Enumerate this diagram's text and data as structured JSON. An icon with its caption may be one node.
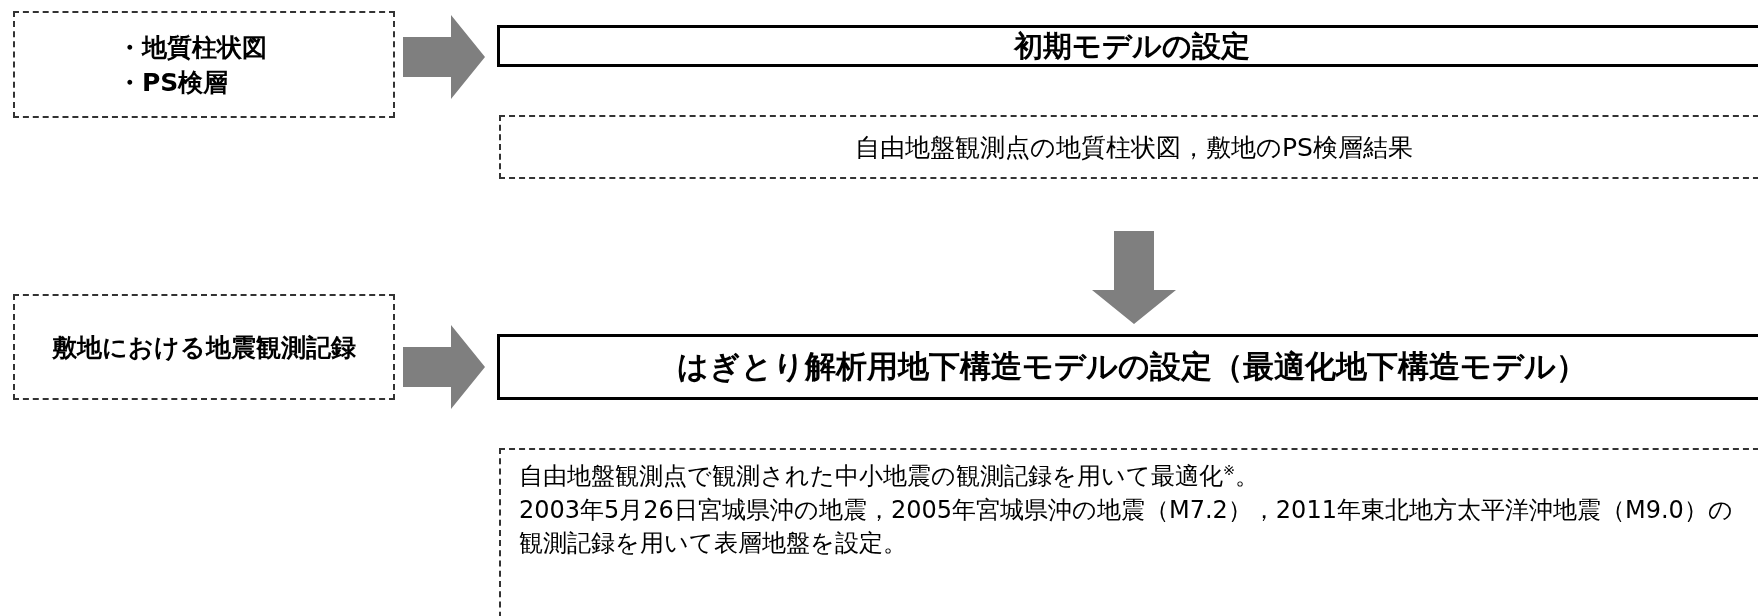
{
  "diagram": {
    "nodes": [
      {
        "text": [
          "・地質柱状図",
          "・PS検層"
        ]
      },
      {
        "text": [
          "初期モデルの設定"
        ]
      },
      {
        "text": [
          "自由地盤観測点の地質柱状図，敷地のPS検層結果"
        ]
      },
      {
        "text": [
          "敷地における地震観測記録"
        ]
      },
      {
        "text": [
          "はぎとり解析用地下構造モデルの設定（最適化地下構造モデル）"
        ]
      },
      {
        "text": [
          "自由地盤観測点で観測された中小地震の観測記録を用いて最適化$^{※}$。",
          "2003年5月26日宮城県沖の地震，2005年宮城県沖の地震（M7.2），2011年東北地方太平洋沖地震（M9.0）の観測記録を用いて表層地盤を設定。"
        ]
      }
    ],
    "edges": [
      {
        "from": 0,
        "to": 1,
        "arrow": "to",
        "style": "thick"
      },
      {
        "from": 2,
        "to": 4,
        "arrow": "to",
        "style": "thick"
      },
      {
        "from": 3,
        "to": 4,
        "arrow": "to",
        "style": "thick"
      }
    ]
  }
}
